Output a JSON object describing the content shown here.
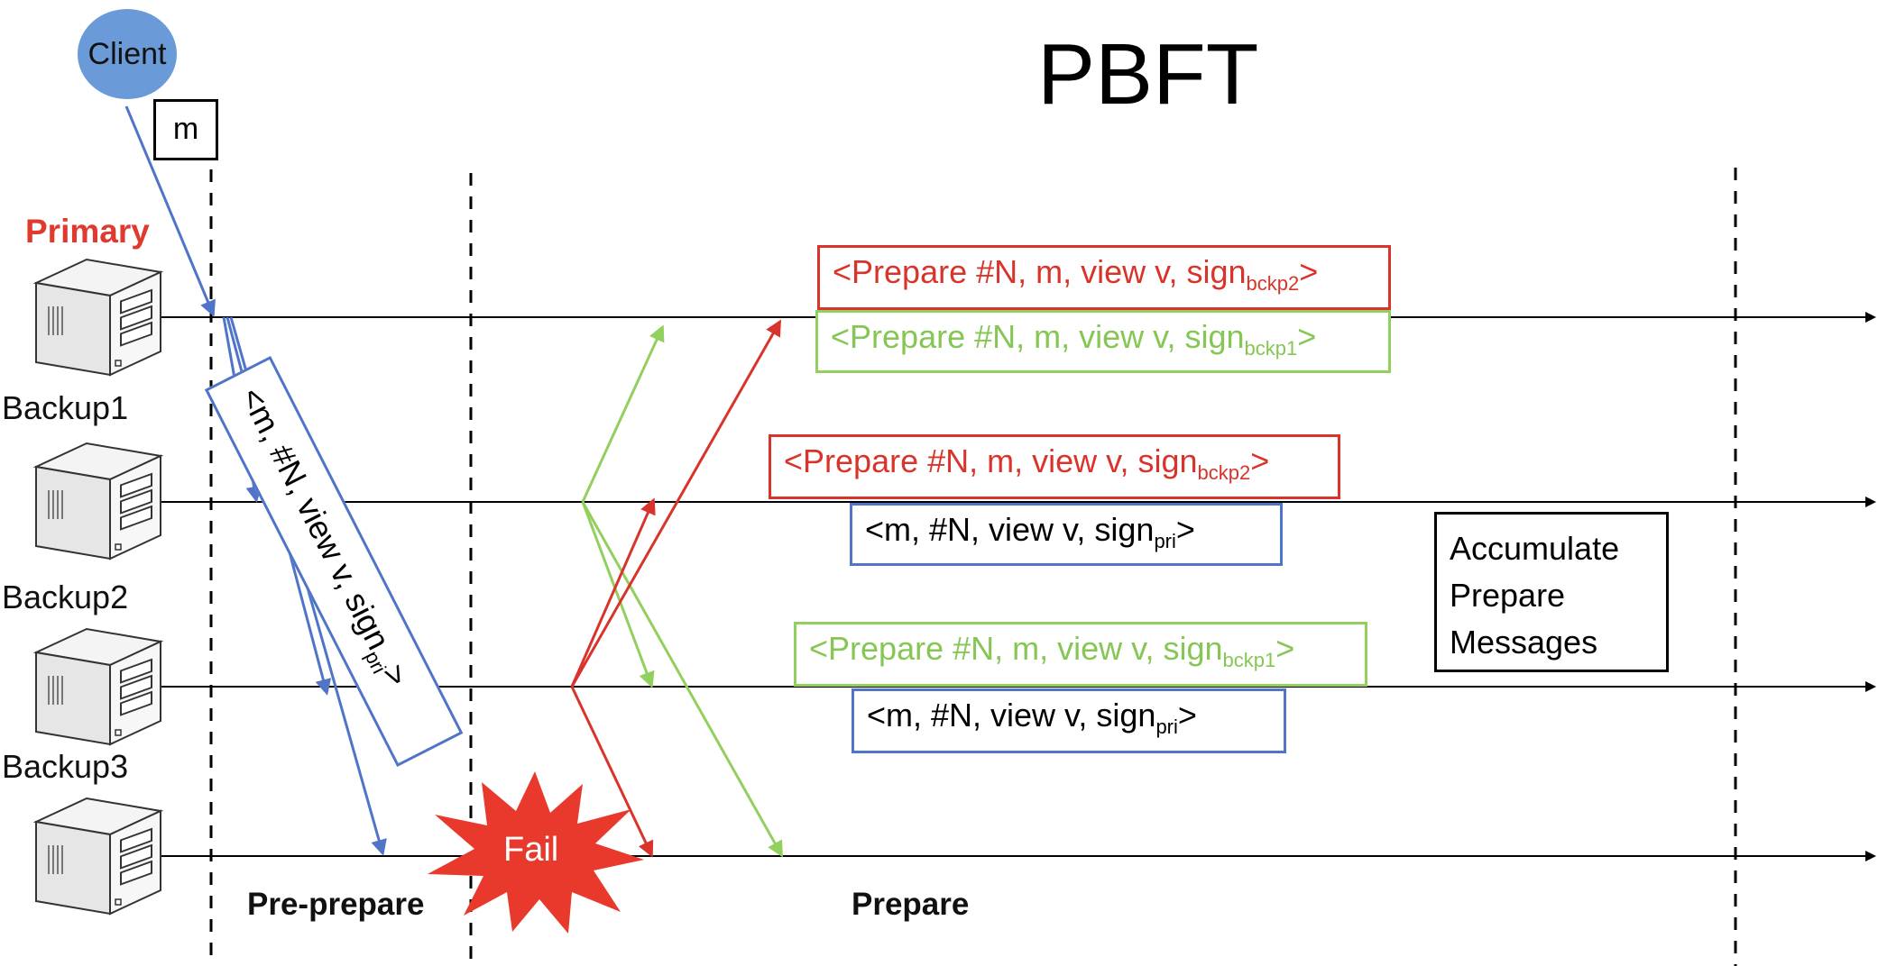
{
  "title": "PBFT",
  "client": {
    "label": "Client",
    "message": "m"
  },
  "nodes": {
    "primary": "Primary",
    "backup1": "Backup1",
    "backup2": "Backup2",
    "backup3": "Backup3"
  },
  "phases": {
    "pre_prepare": "Pre-prepare",
    "prepare": "Prepare"
  },
  "fail_label": "Fail",
  "preprepare_msg": {
    "text": "<m, #N, view v, sign",
    "sub": "pri",
    "end": ">"
  },
  "prepare_msgs": [
    {
      "text": "<Prepare #N, m, view v, sign",
      "sub": "bckp2",
      "end": ">"
    },
    {
      "text": "<Prepare #N, m, view v, sign",
      "sub": "bckp1",
      "end": ">"
    },
    {
      "text": "<Prepare #N, m, view v, sign",
      "sub": "bckp2",
      "end": ">"
    },
    {
      "text": "<m, #N, view v, sign",
      "sub": "pri",
      "end": ">"
    },
    {
      "text": "<Prepare #N, m, view v, sign",
      "sub": "bckp1",
      "end": ">"
    },
    {
      "text": "<m, #N, view v, sign",
      "sub": "pri",
      "end": ">"
    }
  ],
  "accumulate": [
    "Accumulate",
    "Prepare",
    "Messages"
  ],
  "colors": {
    "red": "#d9342b",
    "green": "#93cf5e",
    "blue": "#4f74c8",
    "client": "#6a9bd8",
    "fail": "#e8392c"
  },
  "icons": [
    "server-icon",
    "starburst-icon"
  ]
}
